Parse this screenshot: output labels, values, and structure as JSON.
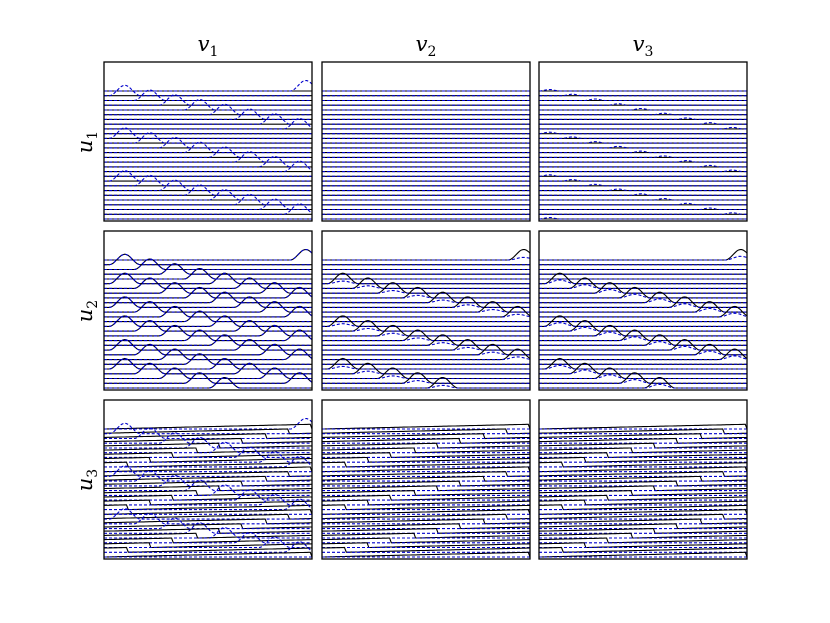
{
  "chart_data": {
    "type": "line",
    "title": "",
    "columns": [
      {
        "base": "v",
        "index": "1"
      },
      {
        "base": "v",
        "index": "2"
      },
      {
        "base": "v",
        "index": "3"
      }
    ],
    "rows": [
      {
        "base": "u",
        "index": "1"
      },
      {
        "base": "u",
        "index": "2"
      },
      {
        "base": "u",
        "index": "3"
      }
    ],
    "lines_per_panel": 28,
    "series_styles": [
      {
        "style": "solid",
        "color": "#000000"
      },
      {
        "style": "dashed",
        "color": "#0000cc"
      }
    ],
    "panels": [
      {
        "row": 0,
        "col": 0,
        "mode": "bumps",
        "solid_amp": 0.0,
        "dash_amp": 1.0,
        "groups": [
          {
            "first": 1,
            "count": 8,
            "start": 0.02,
            "step": 0.12
          },
          {
            "first": 10,
            "count": 8,
            "start": 0.02,
            "step": 0.12
          },
          {
            "first": 19,
            "count": 8,
            "start": 0.02,
            "step": 0.12
          }
        ],
        "wrap_top": true
      },
      {
        "row": 0,
        "col": 1,
        "mode": "flat"
      },
      {
        "row": 0,
        "col": 2,
        "mode": "faint"
      },
      {
        "row": 1,
        "col": 0,
        "mode": "bumps",
        "solid_amp": 1.0,
        "dash_amp": 1.0,
        "groups": [
          {
            "first": 1,
            "count": 8,
            "start": 0.02,
            "step": 0.12
          },
          {
            "first": 5,
            "count": 8,
            "start": 0.02,
            "step": 0.12
          },
          {
            "first": 10,
            "count": 8,
            "start": 0.02,
            "step": 0.12
          },
          {
            "first": 14,
            "count": 8,
            "start": 0.02,
            "step": 0.12
          },
          {
            "first": 19,
            "count": 8,
            "start": 0.02,
            "step": 0.12
          },
          {
            "first": 23,
            "count": 8,
            "start": 0.02,
            "step": 0.12
          }
        ],
        "wrap_top": true
      },
      {
        "row": 1,
        "col": 1,
        "mode": "bumps",
        "solid_amp": 1.0,
        "dash_amp": 0.25,
        "groups": [
          {
            "first": 5,
            "count": 8,
            "start": 0.02,
            "step": 0.12
          },
          {
            "first": 14,
            "count": 8,
            "start": 0.02,
            "step": 0.12
          },
          {
            "first": 23,
            "count": 8,
            "start": 0.02,
            "step": 0.12
          }
        ],
        "wrap_top": true
      },
      {
        "row": 1,
        "col": 2,
        "mode": "bumps",
        "solid_amp": 1.0,
        "dash_amp": 0.35,
        "groups": [
          {
            "first": 5,
            "count": 8,
            "start": 0.02,
            "step": 0.12
          },
          {
            "first": 14,
            "count": 8,
            "start": 0.02,
            "step": 0.12
          },
          {
            "first": 23,
            "count": 8,
            "start": 0.02,
            "step": 0.12
          }
        ],
        "wrap_top": true
      },
      {
        "row": 2,
        "col": 0,
        "mode": "bumps+slant",
        "solid_amp": 0.0,
        "dash_amp": 1.0,
        "groups": [
          {
            "first": 1,
            "count": 8,
            "start": 0.02,
            "step": 0.12
          },
          {
            "first": 10,
            "count": 8,
            "start": 0.02,
            "step": 0.12
          },
          {
            "first": 19,
            "count": 8,
            "start": 0.02,
            "step": 0.12
          }
        ],
        "wrap_top": true
      },
      {
        "row": 2,
        "col": 1,
        "mode": "slant"
      },
      {
        "row": 2,
        "col": 2,
        "mode": "slant"
      }
    ]
  }
}
